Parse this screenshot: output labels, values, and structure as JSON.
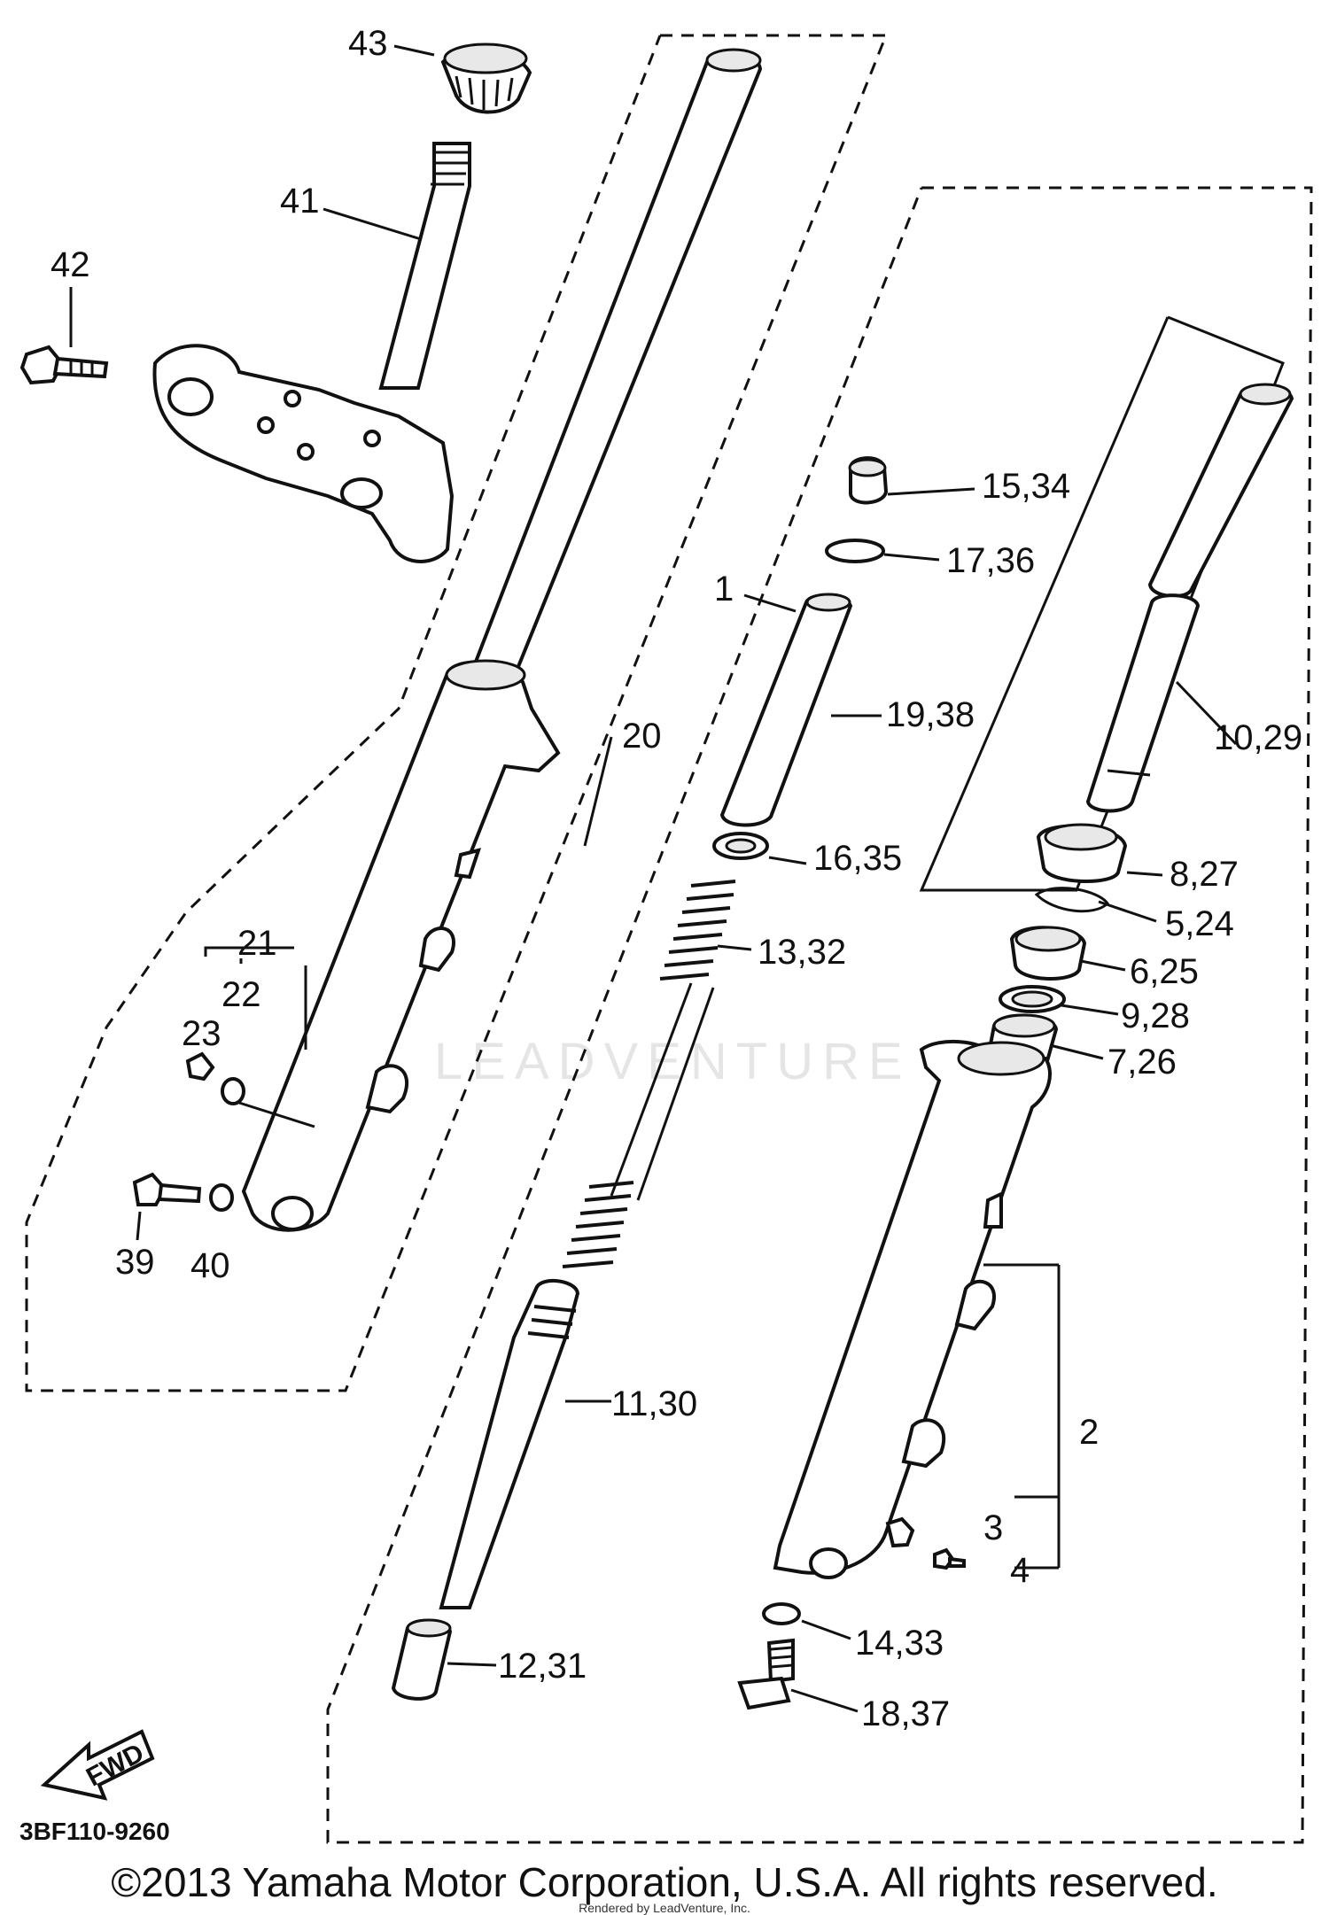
{
  "diagram": {
    "callouts": [
      "43",
      "41",
      "42",
      "15,34",
      "17,36",
      "1",
      "19,38",
      "20",
      "10,29",
      "16,35",
      "8,27",
      "5,24",
      "13,32",
      "6,25",
      "21",
      "22",
      "9,28",
      "23",
      "7,26",
      "39",
      "40",
      "2",
      "11,30",
      "3",
      "4",
      "14,33",
      "12,31",
      "18,37"
    ],
    "fwd_label": "FWD",
    "part_code": "3BF110-9260",
    "watermark": "LEADVENTURE"
  },
  "footer": {
    "copyright": "©2013 Yamaha Motor Corporation, U.S.A. All rights reserved.",
    "rendered_by": "Rendered by LeadVenture, Inc."
  }
}
